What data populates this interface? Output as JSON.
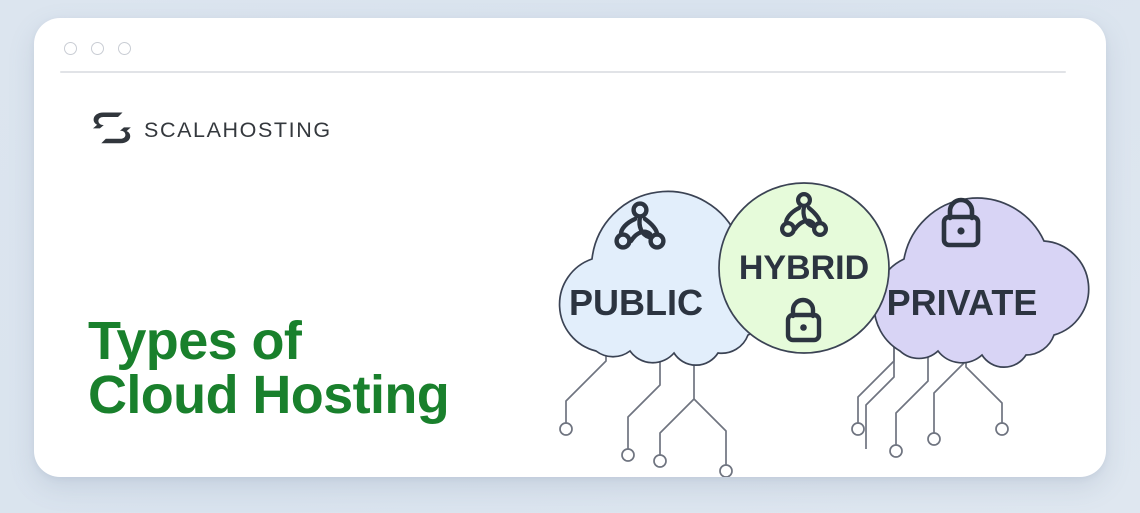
{
  "page": {
    "background_color": "#dce5ef"
  },
  "browser_window": {
    "card_color": "#ffffff",
    "dots": [
      {
        "name": "close-dot"
      },
      {
        "name": "minimize-dot"
      },
      {
        "name": "maximize-dot"
      }
    ]
  },
  "brand": {
    "logo_icon": "scalahosting-s-mark-icon",
    "name": "SCALAHOSTING",
    "text_color": "#34383d"
  },
  "headline": {
    "line1": "Types of",
    "line2": "Cloud Hosting",
    "full_text": "Types of\nCloud Hosting",
    "color": "#19802c"
  },
  "illustration": {
    "name": "cloud-hosting-types-diagram",
    "stroke_color": "#3b4354",
    "clouds": [
      {
        "id": "public",
        "label": "PUBLIC",
        "fill": "#e2eefb",
        "icons": [
          "share-network-icon"
        ]
      },
      {
        "id": "private",
        "label": "PRIVATE",
        "fill": "#d8d4f5",
        "icons": [
          "lock-icon"
        ]
      }
    ],
    "center_circle": {
      "id": "hybrid",
      "label": "HYBRID",
      "fill": "#e6fbda",
      "icons": [
        "share-network-icon",
        "lock-icon"
      ]
    },
    "circuit_traces": {
      "name": "circuit-trace-lines",
      "endpoint_shape": "circle",
      "endpoint_count": 8
    }
  }
}
